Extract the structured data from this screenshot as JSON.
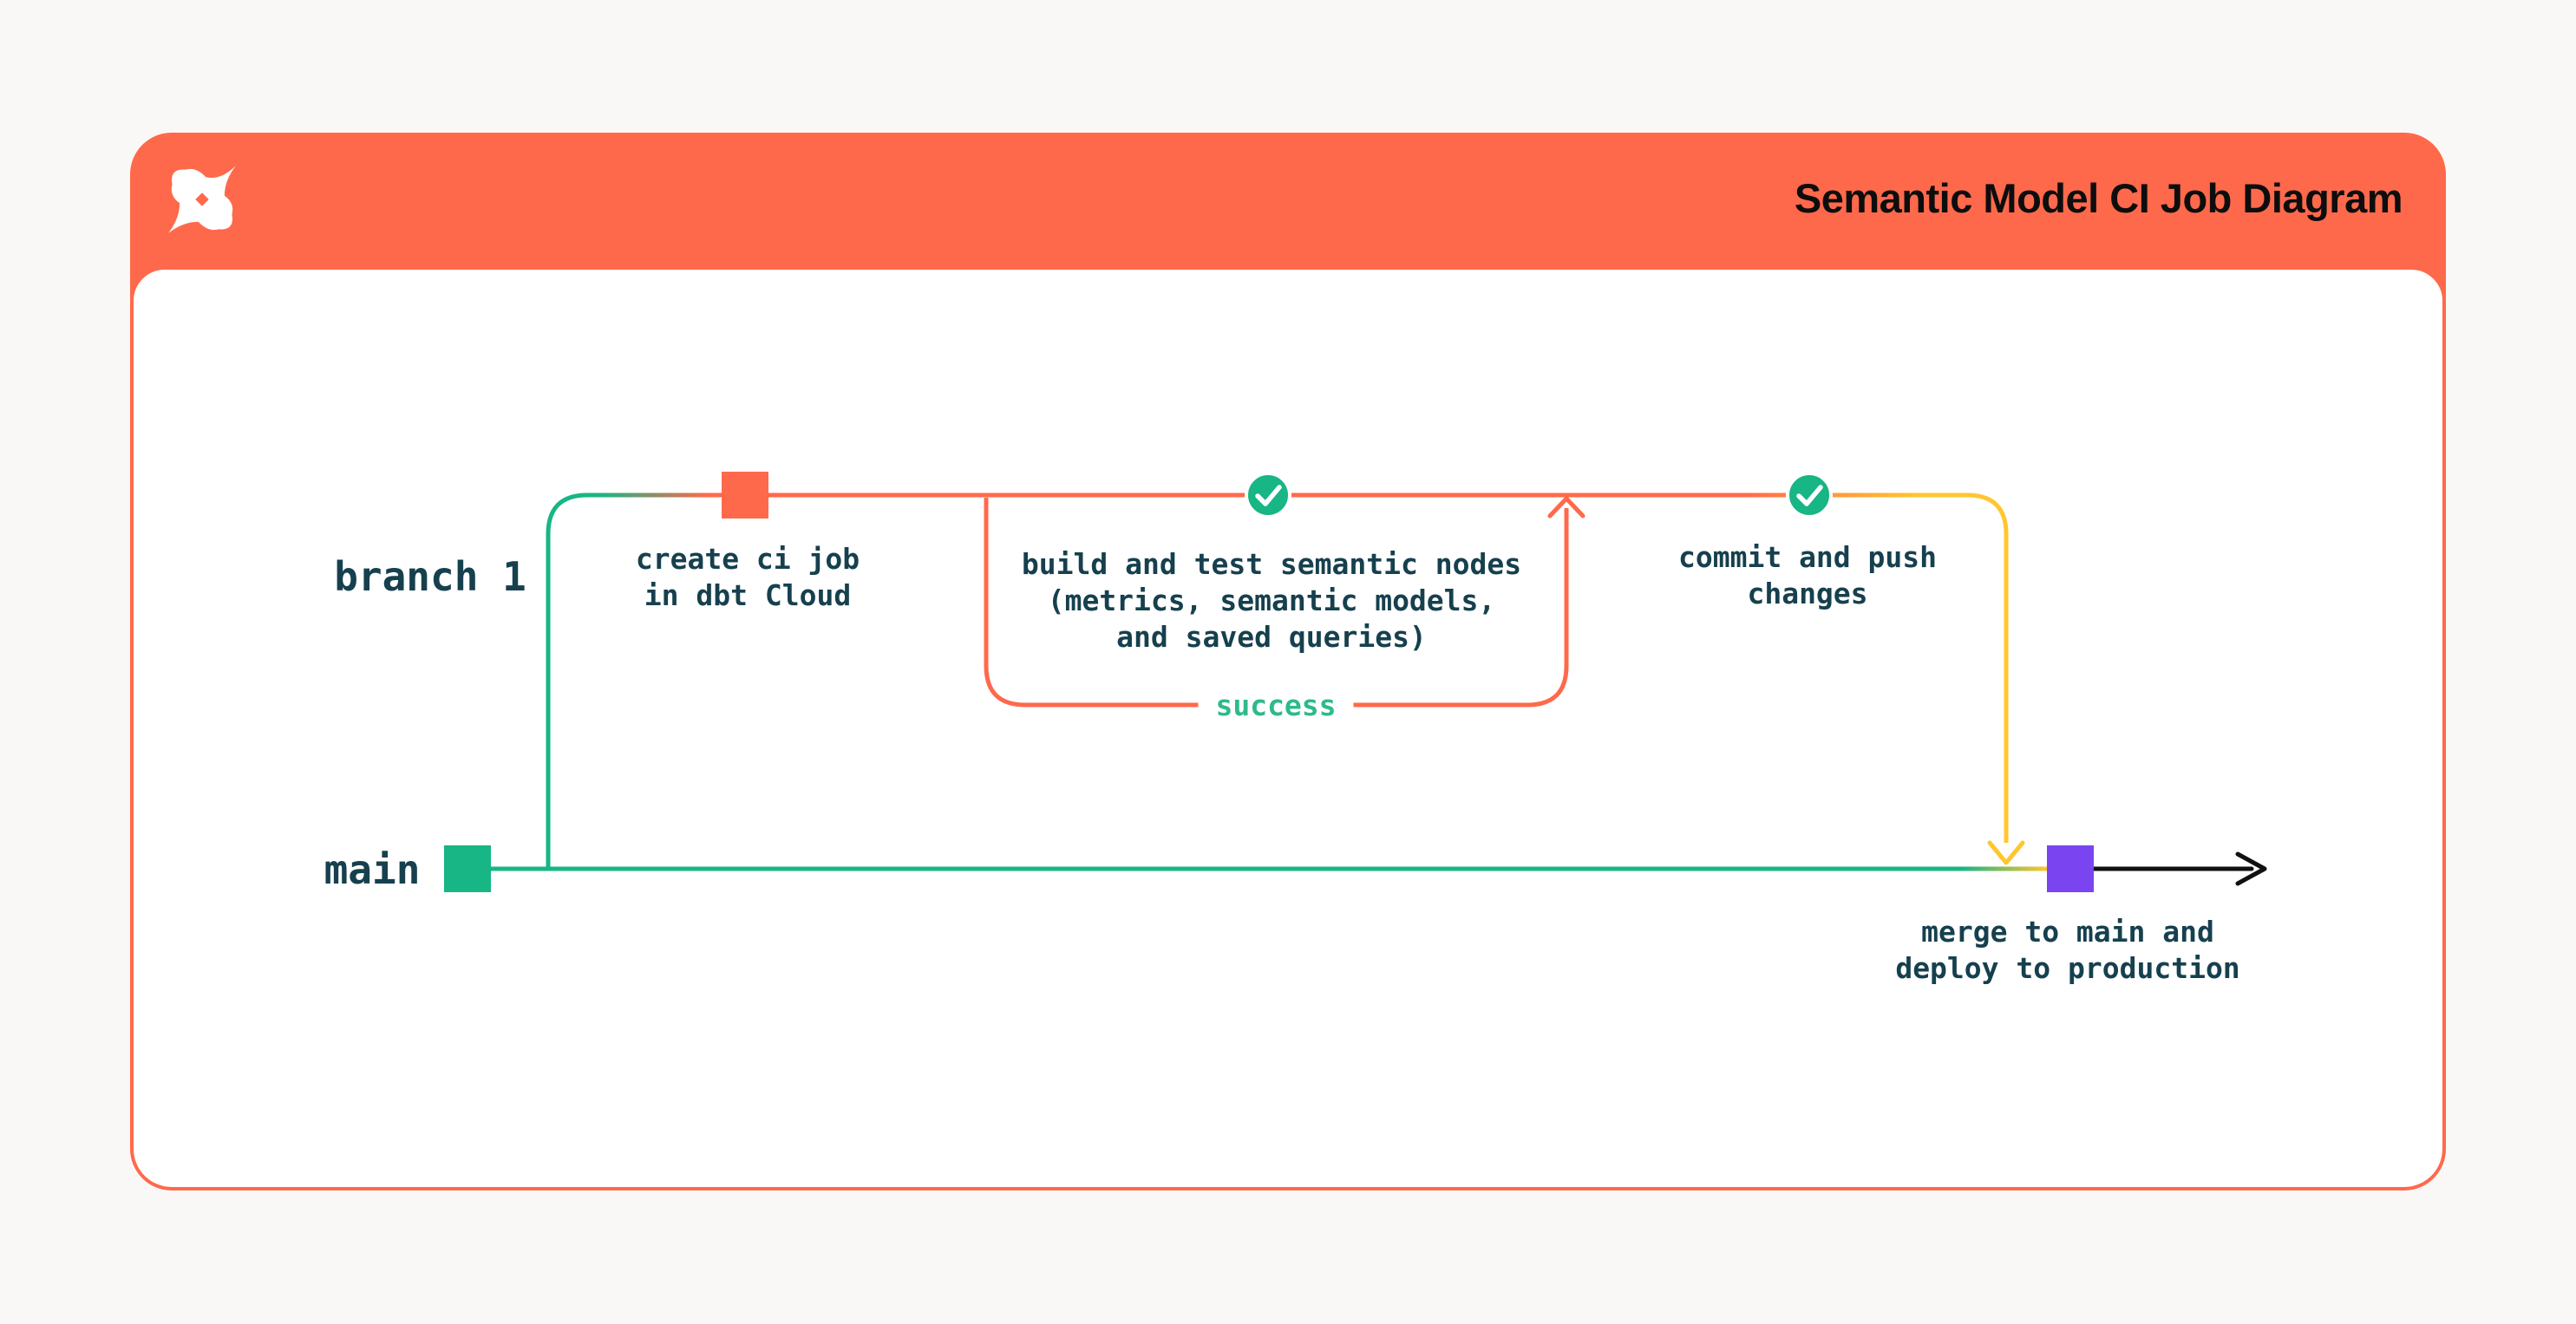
{
  "header": {
    "title": "Semantic Model CI Job Diagram",
    "logo": "dbt-logo"
  },
  "colors": {
    "header_bg": "#FF694B",
    "orange": "#FF694B",
    "green": "#18B585",
    "yellow": "#FFC62E",
    "purple": "#7A45F0",
    "black": "#111111",
    "white": "#FFFFFF",
    "text_dark": "#16404E",
    "success_green": "#2EBA8C"
  },
  "diagram": {
    "branch_label": "branch 1",
    "main_label": "main",
    "create_label": "create ci job\nin dbt Cloud",
    "build_label": "build and test semantic nodes\n(metrics, semantic models,\nand saved queries)",
    "success_label": "success",
    "commit_label": "commit and push\nchanges",
    "merge_label": "merge to main and\ndeploy to production"
  }
}
